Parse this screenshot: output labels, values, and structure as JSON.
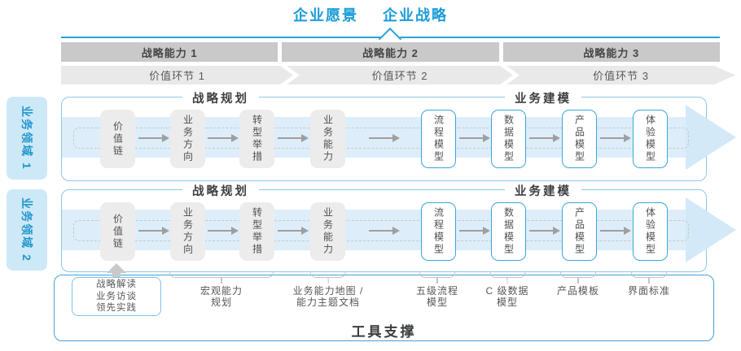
{
  "title": {
    "vision": "企业愿景",
    "strategy": "企业战略"
  },
  "strategic_capabilities": [
    "战略能力 1",
    "战略能力 2",
    "战略能力 3"
  ],
  "value_links": [
    "价值环节 1",
    "价值环节 2",
    "价值环节 3"
  ],
  "domains": [
    "业务领域 1",
    "业务领域 2"
  ],
  "rows": {
    "header_planning": "战略规划",
    "header_modeling": "业务建模",
    "boxes": [
      "价值链",
      "业务方向",
      "转型举措",
      "业务能力",
      "流程模型",
      "数据模型",
      "产品模型",
      "体验模型"
    ]
  },
  "deliverables": {
    "sources": {
      "line1": "战略解读",
      "line2": "业务访谈",
      "line3": "领先实践"
    },
    "items": [
      {
        "line1": "宏观能力",
        "line2": "规划"
      },
      {
        "line1": "业务能力地图 /",
        "line2": "能力主题文档"
      },
      {
        "line1": "五级流程",
        "line2": "模型"
      },
      {
        "line1": "C 级数据",
        "line2": "模型"
      },
      {
        "line1": "产品模板",
        "line2": ""
      },
      {
        "line1": "界面标准",
        "line2": ""
      }
    ]
  },
  "tool_support": {
    "label": "工具支撑"
  },
  "colors": {
    "accent_blue": "#1b9cd8",
    "line_blue": "#2aa2da",
    "row_border_blue": "#8dc8e8",
    "model_box_border": "#3aa6d8",
    "tool_border_blue": "#3fa3d6",
    "domain_fill": "#cde9f8",
    "flow_band": "#ddeefa",
    "bar_gray": "#c9c9c9",
    "chevron_gray": "#e9e9e9",
    "step_box_gray": "#ececec"
  }
}
